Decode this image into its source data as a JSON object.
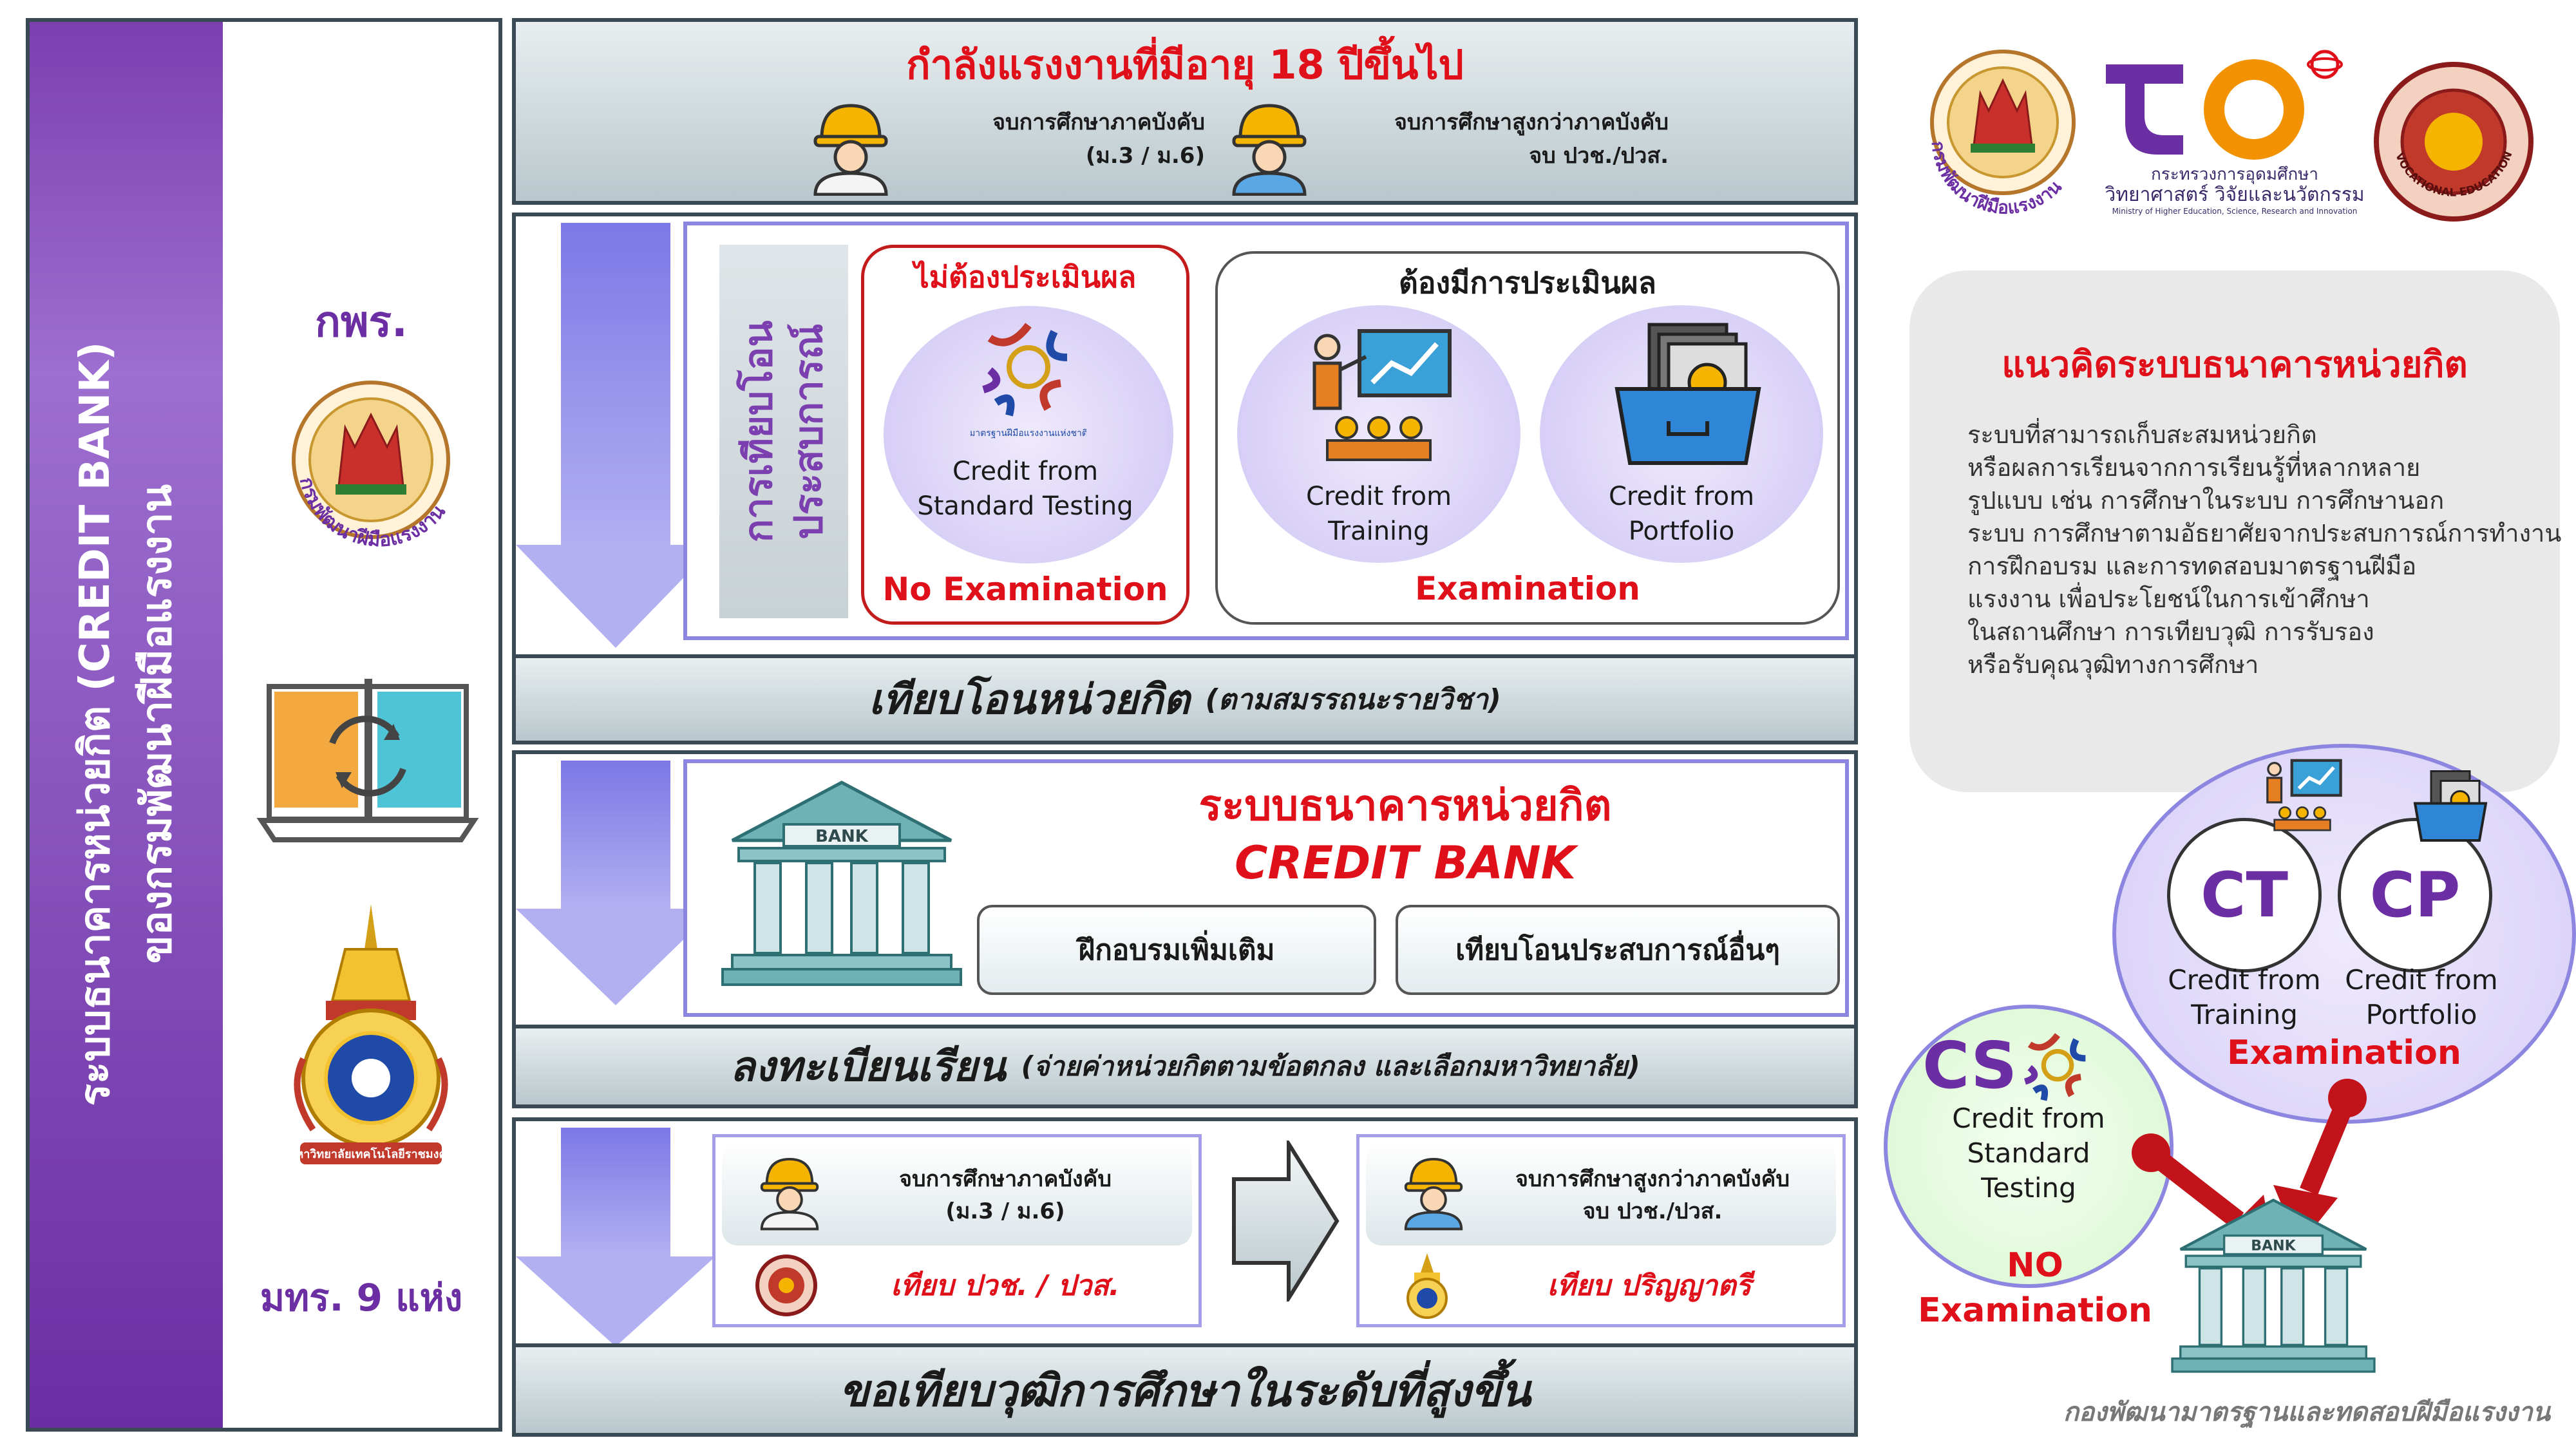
{
  "left": {
    "vertical_line1": "ระบบธนาคารหน่วยกิต (CREDIT BANK)",
    "vertical_line2": "ของกรมพัฒนาฝีมือแรงงาน",
    "dsd_abbr": "กพร.",
    "dsd_seal_text": "กรมพัฒนาฝีมือแรงงาน",
    "rmut_label": "มทร. 9 แห่ง",
    "rmut_seal_text": "มหาวิทยาลัยเทคโนโลยีราชมงคล"
  },
  "header": {
    "title": "กำลังแรงงานที่มีอายุ 18 ปีขึ้นไป",
    "worker1_line1": "จบการศึกษาภาคบังคับ",
    "worker1_line2": "(ม.3 / ม.6)",
    "worker2_line1": "จบการศึกษาสูงกว่าภาคบังคับ",
    "worker2_line2": "จบ ปวช./ปวส."
  },
  "section1": {
    "side_label_line1": "การเทียบโอน",
    "side_label_line2": "ประสบการณ์",
    "no_assess_title": "ไม่ต้องประเมินผล",
    "std_logo_text": "มาตรฐานฝีมือแรงงานแห่งชาติ",
    "cs_line1": "Credit from",
    "cs_line2": "Standard Testing",
    "no_exam": "No Examination",
    "assess_title": "ต้องมีการประเมินผล",
    "ct_line1": "Credit from",
    "ct_line2": "Training",
    "cp_line1": "Credit from",
    "cp_line2": "Portfolio",
    "exam": "Examination",
    "band_main": "เทียบโอนหน่วยกิต",
    "band_sub": "(ตามสมรรถนะรายวิชา)"
  },
  "section2": {
    "bank_sign": "BANK",
    "title_th": "ระบบธนาคารหน่วยกิต",
    "title_en": "CREDIT BANK",
    "pill1": "ฝึกอบรมเพิ่มเติม",
    "pill2": "เทียบโอนประสบการณ์อื่นๆ",
    "band_main": "ลงทะเบียนเรียน",
    "band_sub": "(จ่ายค่าหน่วยกิตตามข้อตกลง และเลือกมหาวิทยาลัย)"
  },
  "section3": {
    "left_line1": "จบการศึกษาภาคบังคับ",
    "left_line2": "(ม.3 / ม.6)",
    "left_equiv": "เทียบ ปวช. / ปวส.",
    "right_line1": "จบการศึกษาสูงกว่าภาคบังคับ",
    "right_line2": "จบ ปวช./ปวส.",
    "right_equiv": "เทียบ ปริญญาตรี",
    "band_main": "ขอเทียบวุฒิการศึกษาในระดับที่สูงขึ้น"
  },
  "logos": {
    "mhesi_line1": "กระทรวงการอุดมศึกษา",
    "mhesi_line2": "วิทยาศาสตร์ วิจัยและนวัตกรรม",
    "mhesi_line3": "Ministry of Higher Education, Science, Research and Innovation",
    "dsd_text": "กรมพัฒนาฝีมือแรงงาน",
    "ovec_text": "VOCATIONAL EDUCATION COMMISSION"
  },
  "concept": {
    "title": "แนวคิดระบบธนาคารหน่วยกิต",
    "lines": [
      "ระบบที่สามารถเก็บสะสมหน่วยกิต",
      "หรือผลการเรียนจากการเรียนรู้ที่หลากหลาย",
      "รูปแบบ เช่น การศึกษาในระบบ การศึกษานอก",
      "ระบบ การศึกษาตามอัธยาศัยจากประสบการณ์การทำงาน",
      "การฝึกอบรม และการทดสอบมาตรฐานฝีมือ",
      "แรงงาน  เพื่อประโยชน์ในการเข้าศึกษา",
      "ในสถานศึกษา การเทียบวุฒิ การรับรอง",
      "หรือรับคุณวุฒิทางการศึกษา"
    ]
  },
  "diagram": {
    "ct_abbr": "CT",
    "cp_abbr": "CP",
    "ct_line1": "Credit from",
    "ct_line2": "Training",
    "cp_line1": "Credit from",
    "cp_line2": "Portfolio",
    "exam": "Examination",
    "cs_abbr": "CS",
    "cs_line1": "Credit from",
    "cs_line2": "Standard",
    "cs_line3": "Testing",
    "no_exam_line1": "NO",
    "no_exam_line2": "Examination",
    "bank_sign": "BANK"
  },
  "footer": "กองพัฒนามาตรฐานและทดสอบฝีมือแรงงาน",
  "colors": {
    "accent_red": "#e0101a",
    "accent_purple": "#6b2ea3",
    "arrow_blue": "#7c78e6",
    "band_gray": "#b9c7cc"
  }
}
